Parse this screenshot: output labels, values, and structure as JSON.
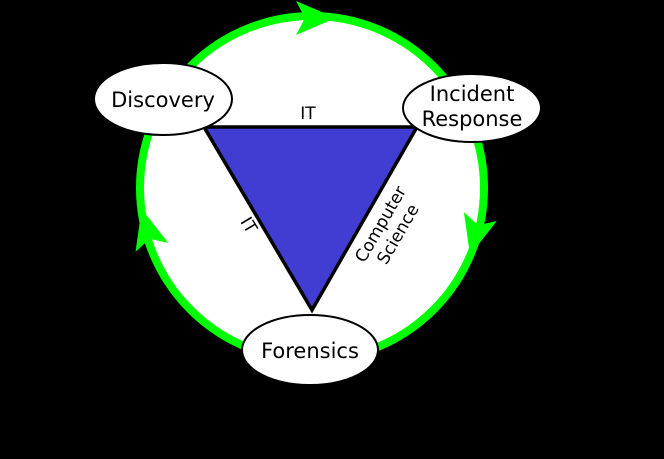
{
  "diagram": {
    "background_color": "#000000",
    "circle_fill": "#ffffff",
    "cycle_color": "#00ff00",
    "triangle_fill": "#423dd2",
    "outline_color": "#000000",
    "nodes": {
      "discovery": {
        "label": "Discovery"
      },
      "incident_response": {
        "line1": "Incident",
        "line2": "Response"
      },
      "forensics": {
        "label": "Forensics"
      }
    },
    "edge_labels": {
      "discovery_incident": "IT",
      "discovery_forensics": "IT",
      "incident_forensics_line1": "Computer",
      "incident_forensics_line2": "Science"
    }
  }
}
